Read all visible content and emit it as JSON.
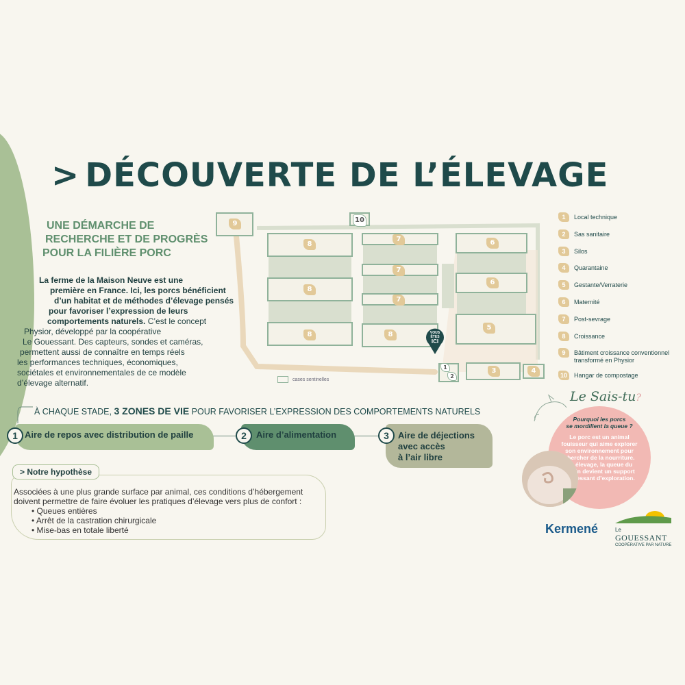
{
  "header": {
    "title": "DÉCOUVERTE DE L’ÉLEVAGE",
    "subtitle_lines": [
      "UNE DÉMARCHE DE",
      "RECHERCHE ET DE PROGRÈS",
      "POUR LA FILIÈRE PORC"
    ]
  },
  "intro": {
    "bold_lines": [
      "La ferme de la Maison Neuve est une",
      "première en France. Ici, les porcs bénéficient",
      "d’un habitat et de méthodes d’élevage pensés",
      "pour favoriser l’expression de leurs"
    ],
    "mixed_bold": "comportements naturels.",
    "mixed_rest": " C’est le concept",
    "normal_lines": [
      "Physior, développé par la coopérative",
      "Le Gouessant. Des capteurs, sondes et caméras,",
      "permettent aussi de connaître en temps réels",
      "les performances techniques, économiques,",
      "sociétales et environnementales de ce modèle",
      "d’élevage alternatif."
    ]
  },
  "plan": {
    "you_are_here": [
      "VOUS",
      "ÊTES",
      "ICI"
    ],
    "legend_note": "cases sentinelles",
    "badges": [
      "9",
      "10",
      "8",
      "8",
      "8",
      "7",
      "7",
      "7",
      "8",
      "6",
      "6",
      "5",
      "1",
      "2",
      "3",
      "4"
    ]
  },
  "legend": [
    {
      "num": "1",
      "label": "Local technique"
    },
    {
      "num": "2",
      "label": "Sas sanitaire"
    },
    {
      "num": "3",
      "label": "Silos"
    },
    {
      "num": "4",
      "label": "Quarantaine"
    },
    {
      "num": "5",
      "label": "Gestante/Verraterie"
    },
    {
      "num": "6",
      "label": "Maternité"
    },
    {
      "num": "7",
      "label": "Post-sevrage"
    },
    {
      "num": "8",
      "label": "Croissance"
    },
    {
      "num": "9",
      "label": "Bâtiment croissance conventionnel",
      "label2": "transformé en Physior"
    },
    {
      "num": "10",
      "label": "Hangar de compostage"
    }
  ],
  "zones": {
    "heading_pre": "À CHAQUE STADE, ",
    "heading_bold": "3 ZONES DE VIE",
    "heading_post": " POUR FAVORISER L’EXPRESSION DES COMPORTEMENTS NATURELS",
    "items": [
      {
        "num": "1",
        "label": "Aire de repos avec distribution de paille",
        "color": "#a9c096"
      },
      {
        "num": "2",
        "label": "Aire d’alimentation",
        "color": "#5f8f6e"
      },
      {
        "num": "3",
        "label_lines": [
          "Aire de déjections",
          "avec accès",
          "à l’air libre"
        ],
        "color": "#b3b79a"
      }
    ]
  },
  "hypothesis": {
    "title": "Notre hypothèse",
    "lines": [
      "Associées à une plus grande surface par animal, ces conditions d’hébergement",
      "doivent permettre de faire évoluer les pratiques d’élevage vers plus de confort :"
    ],
    "bullets": [
      "Queues entières",
      "Arrêt de la castration chirurgicale",
      "Mise-bas en totale liberté"
    ]
  },
  "sais_tu": {
    "title": "Le Sais-tu",
    "question": [
      "Pourquoi les porcs",
      "se mordillent la queue ?"
    ],
    "answer": [
      "Le porc est un animal",
      "fouisseur qui aime explorer",
      "son environnement pour",
      "chercher de la nourriture.",
      "En élevage, la queue du",
      "voisin devient un support",
      "intéressant d’exploration."
    ]
  },
  "logos": {
    "kermene": "Kermené",
    "goussant_le": "Le",
    "goussant_name": "GOUESSANT",
    "goussant_tagline": "COOPÉRATIVE PAR NATURE"
  },
  "colors": {
    "dark_teal": "#1f4a4a",
    "sage": "#a9c096",
    "green": "#5f8f6e",
    "pink": "#f2b9b4",
    "gold": "#e2c998"
  }
}
